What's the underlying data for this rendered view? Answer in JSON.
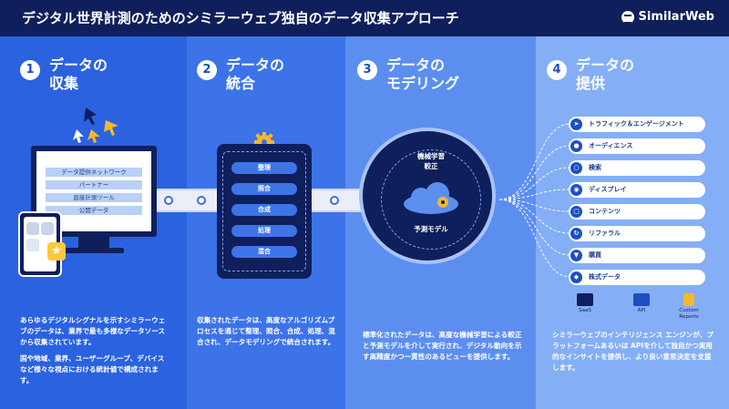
{
  "header": {
    "title": "デジタル世界計測のためのシミラーウェブ独自のデータ収集アプローチ",
    "logo": "SimilarWeb"
  },
  "steps": [
    {
      "num": "1",
      "title_line1": "データの",
      "title_line2": "収集"
    },
    {
      "num": "2",
      "title_line1": "データの",
      "title_line2": "統合"
    },
    {
      "num": "3",
      "title_line1": "データの",
      "title_line2": "モデリング"
    },
    {
      "num": "4",
      "title_line1": "データの",
      "title_line2": "提供"
    }
  ],
  "collect": {
    "sources": [
      "データ提供ネットワーク",
      "パートナー",
      "直接計測ツール",
      "公開データ"
    ],
    "desc_p1": "あらゆるデジタルシグナルを示すシミラーウェブのデータは、業界で最も多様なデータソースから収集されています。",
    "desc_p2": "国や地域、業界、ユーザーグループ、デバイスなど様々な視点における統計値で構成されます。"
  },
  "integrate": {
    "steps": [
      "整理",
      "照合",
      "合成",
      "処理",
      "混合"
    ],
    "desc": "収集されたデータは、高度なアルゴリズムプロセスを通じて整理、照合、合成、処理、混合され、データモデリングで統合されます。"
  },
  "model": {
    "top_label_line1": "機械学習",
    "top_label_line2": "較正",
    "bottom_label": "予測モデル",
    "desc": "標準化されたデータは、高度な機械学習による較正と予測モデルを介して実行され、デジタル動向を示す高精度かつ一貫性のあるビューを提供します。"
  },
  "deliver": {
    "items": [
      {
        "label": "トラフィック＆エンゲージメント",
        "icon": "cursor-icon"
      },
      {
        "label": "オーディエンス",
        "icon": "person-icon"
      },
      {
        "label": "検索",
        "icon": "search-icon"
      },
      {
        "label": "ディスプレイ",
        "icon": "eye-icon"
      },
      {
        "label": "コンテンツ",
        "icon": "content-icon"
      },
      {
        "label": "リファラル",
        "icon": "referral-icon"
      },
      {
        "label": "購買",
        "icon": "cart-icon"
      },
      {
        "label": "株式データ",
        "icon": "stock-icon"
      }
    ],
    "channels": [
      {
        "label_line1": "SaaS",
        "label_line2": ""
      },
      {
        "label_line1": "API",
        "label_line2": ""
      },
      {
        "label_line1": "Custom",
        "label_line2": "Reports"
      }
    ],
    "desc": "シミラーウェブのインテリジェンス エンジンが、プラットフォームあるいは APIを介して独自かつ実用的なインサイトを提供し、より良い意思決定を支援します。"
  },
  "colors": {
    "navy": "#0f1f5c",
    "col1": "#2a62e0",
    "col2": "#3c73e8",
    "col3": "#5c8ef0",
    "col4": "#84aef6",
    "gear": "#f5b82a"
  }
}
